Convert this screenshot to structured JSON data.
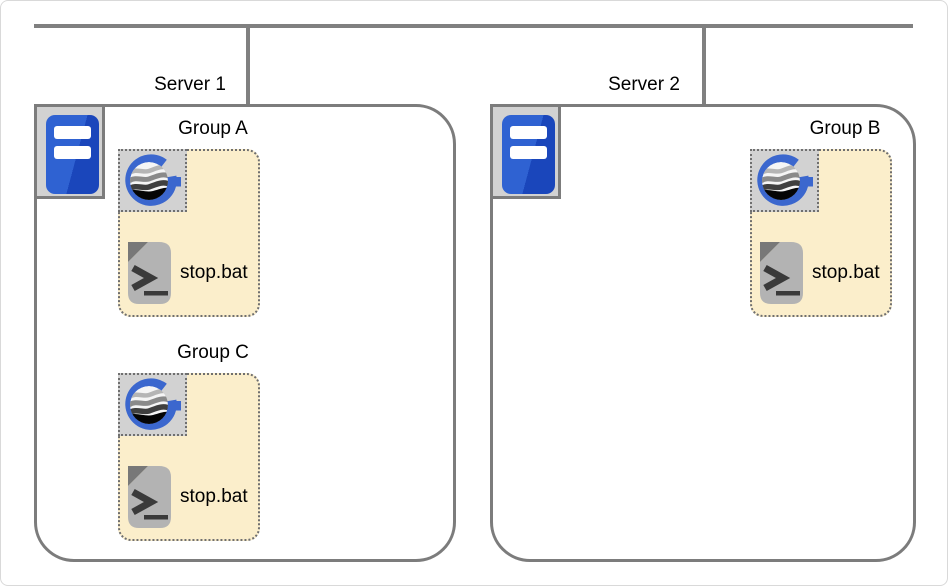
{
  "diagram_title": "",
  "servers": [
    {
      "label": "Server 1",
      "groups": [
        {
          "label": "Group A",
          "file": "stop.bat"
        },
        {
          "label": "Group C",
          "file": "stop.bat"
        }
      ]
    },
    {
      "label": "Server 2",
      "groups": [
        {
          "label": "Group B",
          "file": "stop.bat"
        }
      ]
    }
  ],
  "icons": {
    "app_tile": "g-globe-logo-icon",
    "server": "server-tower-icon",
    "file": "batch-terminal-file-icon"
  },
  "colors": {
    "line_gray": "#808080",
    "server_border": "#7C7C7C",
    "group_background": "#FBEECB",
    "group_border": "#6F6F6F",
    "tile_background": "#D2D2D2",
    "logo_blue": "#3B67CE",
    "tower_blue": "#2F62D2",
    "tower_blue_dark": "#1A46BB",
    "document_gray": "#B3B3B3",
    "document_fold_gray": "#787878",
    "glyph_dark": "#3A3A3A"
  }
}
